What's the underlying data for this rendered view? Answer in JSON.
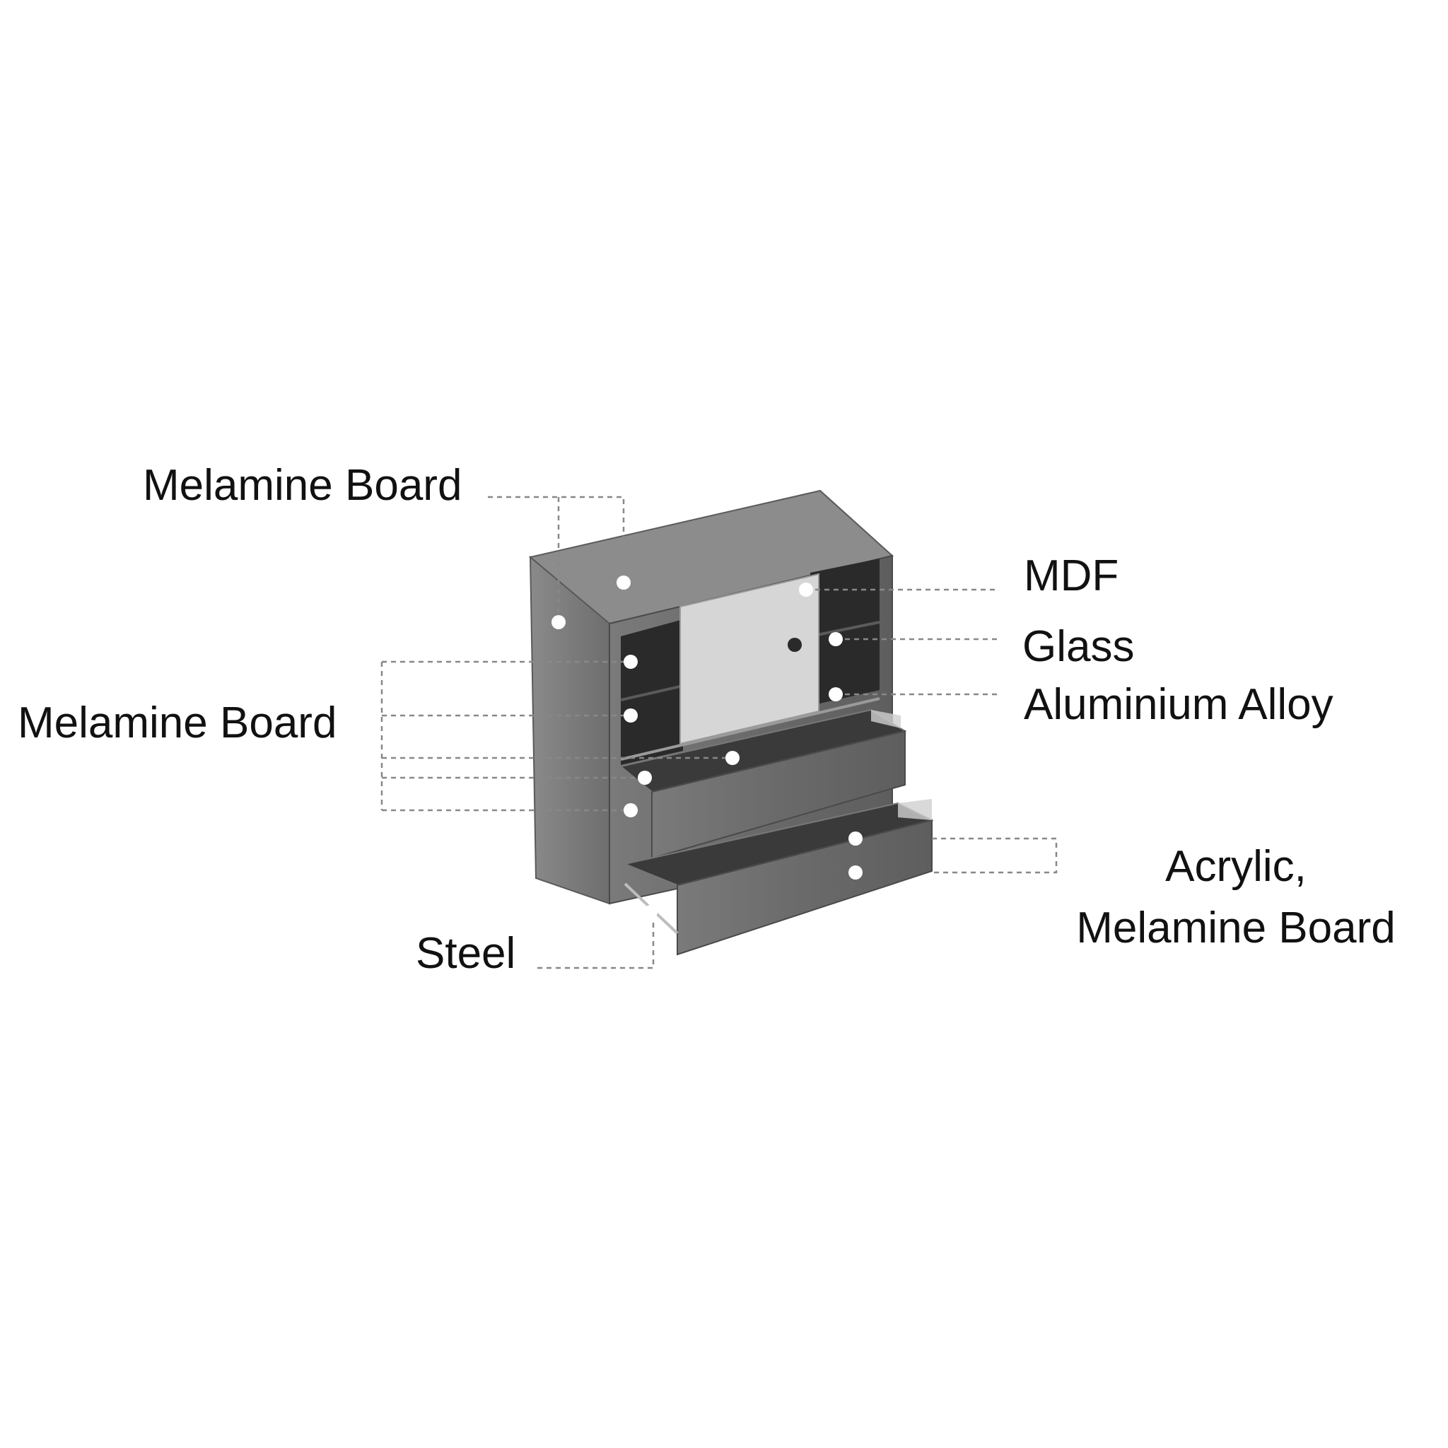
{
  "labels": {
    "melamine_top": "Melamine Board",
    "melamine_left": "Melamine Board",
    "mdf": "MDF",
    "glass": "Glass",
    "aluminium": "Aluminium Alloy",
    "acrylic_line1": "Acrylic,",
    "acrylic_line2": "Melamine Board",
    "steel": "Steel"
  },
  "colors": {
    "wood": "#6f6f6f",
    "wood_dark": "#505050",
    "interior": "#2a2a2a",
    "glass_door": "#d6d6d6",
    "leader_line": "#888888",
    "marker": "#ffffff",
    "text": "#111111"
  }
}
